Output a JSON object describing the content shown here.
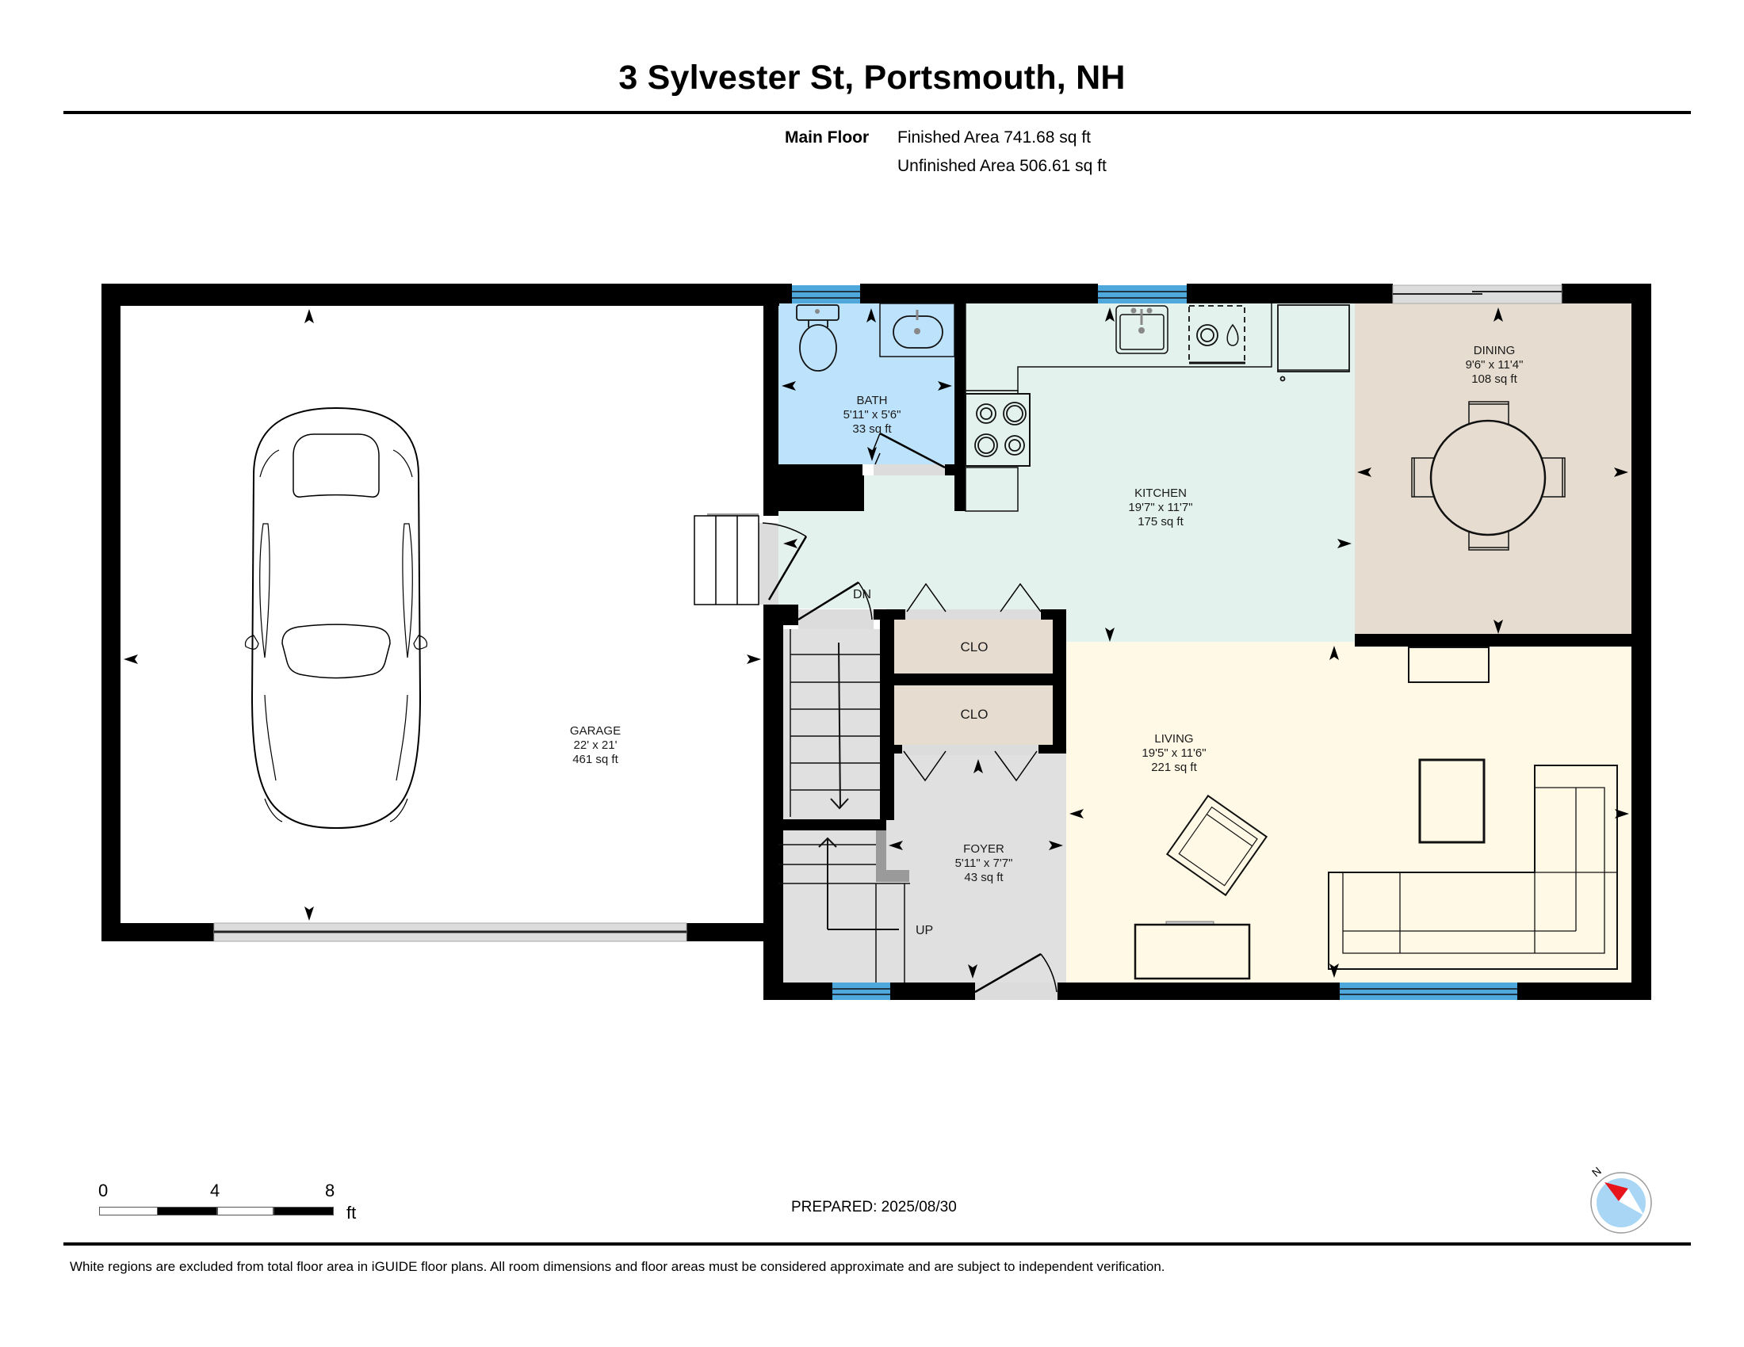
{
  "header": {
    "title": "3 Sylvester St, Portsmouth, NH",
    "floor_name": "Main Floor",
    "finished_area": "Finished Area 741.68 sq ft",
    "unfinished_area": "Unfinished Area 506.61 sq ft"
  },
  "colors": {
    "wall": "#000000",
    "window": "#4ea8dc",
    "door_threshold": "#dcdcdc",
    "garage": "#ffffff",
    "bath": "#bde2fb",
    "kitchen": "#e3f2ec",
    "dining": "#e6ddd0",
    "living": "#fff9e6",
    "foyer": "#e0e0e0",
    "closet": "#e6ddd0",
    "stairs": "#e0e0e0",
    "compass_fill": "#a9d6f5",
    "compass_needle": "#e8141b"
  },
  "rooms": {
    "garage": {
      "name": "GARAGE",
      "dimensions": "22' x 21'",
      "area": "461 sq ft"
    },
    "bath": {
      "name": "BATH",
      "dimensions": "5'11\" x 5'6\"",
      "area": "33 sq ft"
    },
    "kitchen": {
      "name": "KITCHEN",
      "dimensions": "19'7\" x 11'7\"",
      "area": "175 sq ft"
    },
    "dining": {
      "name": "DINING",
      "dimensions": "9'6\" x 11'4\"",
      "area": "108 sq ft"
    },
    "living": {
      "name": "LIVING",
      "dimensions": "19'5\" x 11'6\"",
      "area": "221 sq ft"
    },
    "foyer": {
      "name": "FOYER",
      "dimensions": "5'11\" x 7'7\"",
      "area": "43 sq ft"
    },
    "closet_1": {
      "name": "CLO"
    },
    "closet_2": {
      "name": "CLO"
    }
  },
  "stairs": {
    "down_label": "DN",
    "up_label": "UP"
  },
  "scale_bar": {
    "ticks": [
      "0",
      "4",
      "8"
    ],
    "unit": "ft"
  },
  "compass": {
    "north_label": "N"
  },
  "footer": {
    "prepared": "PREPARED: 2025/08/30",
    "disclaimer": "White regions are excluded from total floor area in iGUIDE floor plans. All room dimensions and floor areas must be considered approximate and are subject to independent verification."
  }
}
